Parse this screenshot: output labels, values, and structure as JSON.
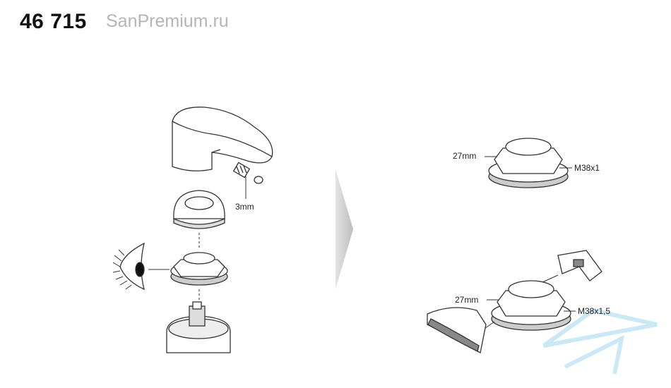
{
  "title": "46 715",
  "watermark": "SanPremium.ru",
  "left_figure": {
    "screw_label": "3mm"
  },
  "right_top": {
    "wrench_label": "27mm",
    "thread_label": "M38x1"
  },
  "right_bottom": {
    "wrench_label": "27mm",
    "thread_label": "M38x1,5"
  }
}
